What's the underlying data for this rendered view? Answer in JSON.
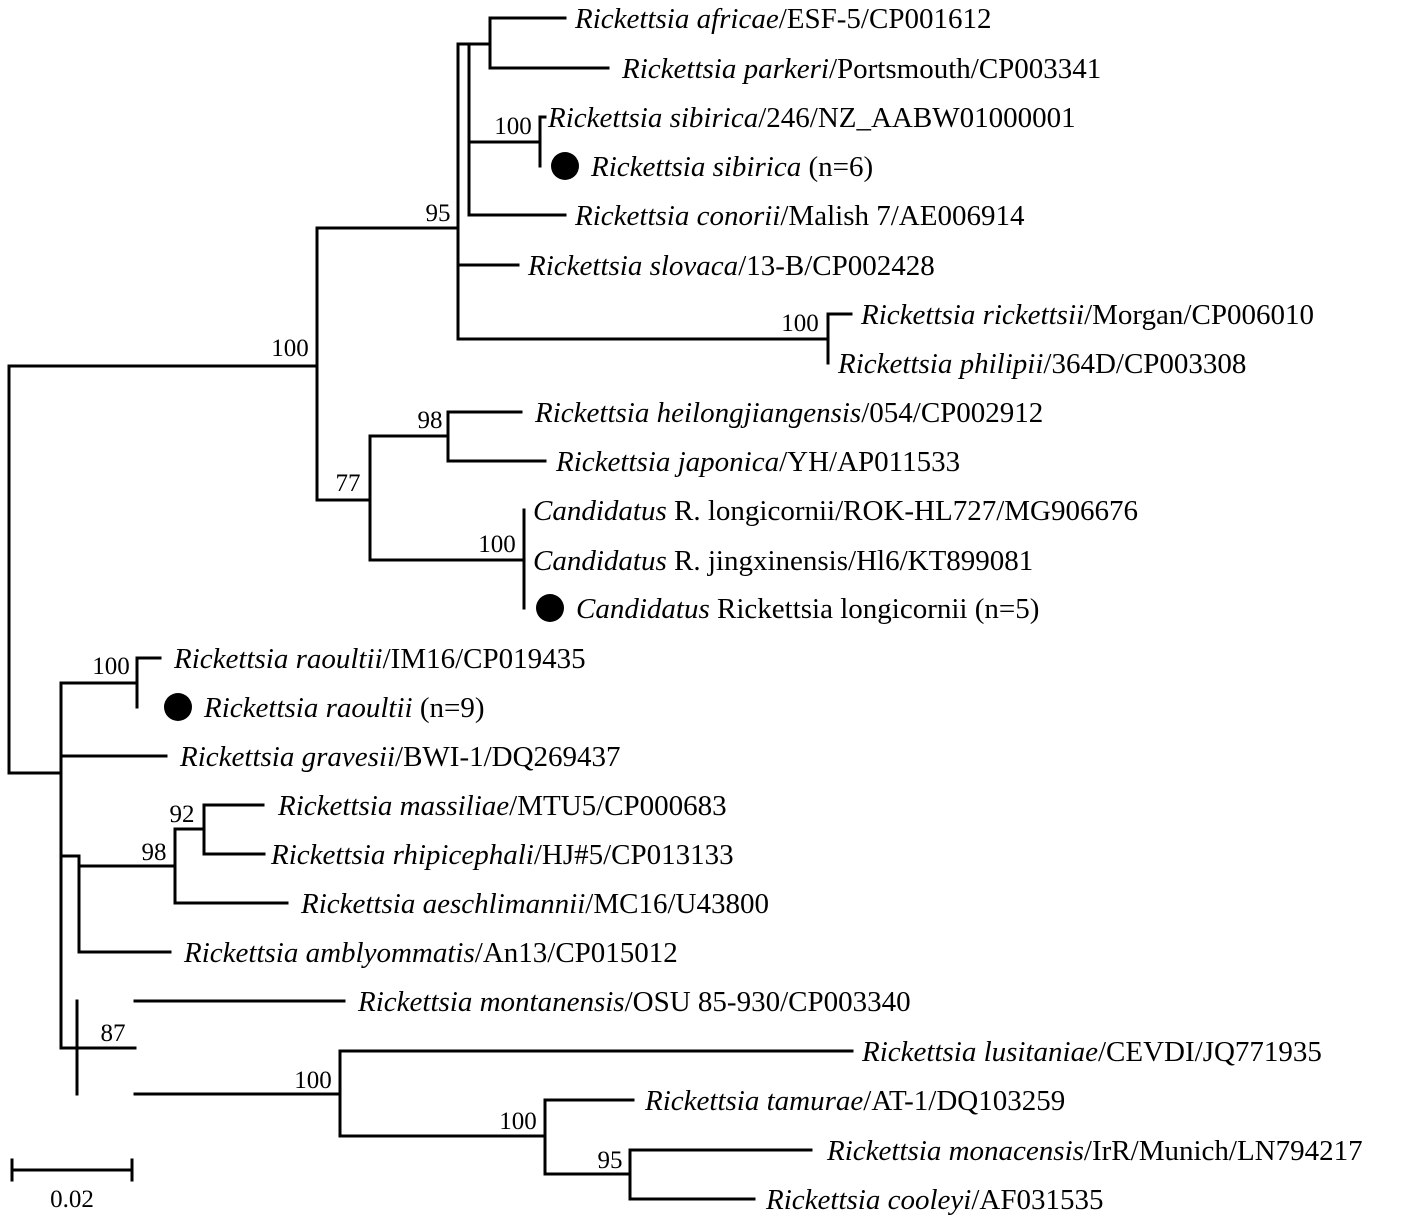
{
  "tips": [
    {
      "id": "t1",
      "parts": [
        {
          "t": "Rickettsia africae",
          "i": true
        },
        {
          "t": "/ESF-5/CP001612",
          "i": false
        }
      ]
    },
    {
      "id": "t2",
      "parts": [
        {
          "t": "Rickettsia parkeri",
          "i": true
        },
        {
          "t": "/Portsmouth/CP003341",
          "i": false
        }
      ]
    },
    {
      "id": "t3",
      "parts": [
        {
          "t": "Rickettsia sibirica",
          "i": true
        },
        {
          "t": "/246/NZ_AABW01000001",
          "i": false
        }
      ]
    },
    {
      "id": "t4",
      "marker": true,
      "parts": [
        {
          "t": "Rickettsia sibirica",
          "i": true
        },
        {
          "t": " (n=6)",
          "i": false
        }
      ]
    },
    {
      "id": "t5",
      "parts": [
        {
          "t": "Rickettsia conorii",
          "i": true
        },
        {
          "t": "/Malish 7/AE006914",
          "i": false
        }
      ]
    },
    {
      "id": "t6",
      "parts": [
        {
          "t": "Rickettsia slovaca",
          "i": true
        },
        {
          "t": "/13-B/CP002428",
          "i": false
        }
      ]
    },
    {
      "id": "t7",
      "parts": [
        {
          "t": "Rickettsia rickettsii",
          "i": true
        },
        {
          "t": "/Morgan/CP006010",
          "i": false
        }
      ]
    },
    {
      "id": "t8",
      "parts": [
        {
          "t": "Rickettsia philipii",
          "i": true
        },
        {
          "t": "/364D/CP003308",
          "i": false
        }
      ]
    },
    {
      "id": "t9",
      "parts": [
        {
          "t": "Rickettsia heilongjiangensis",
          "i": true
        },
        {
          "t": "/054/CP002912",
          "i": false
        }
      ]
    },
    {
      "id": "t10",
      "parts": [
        {
          "t": "Rickettsia japonica",
          "i": true
        },
        {
          "t": "/YH/AP011533",
          "i": false
        }
      ]
    },
    {
      "id": "t11",
      "parts": [
        {
          "t": "Candidatus",
          "i": true
        },
        {
          "t": " R. longicornii/ROK-HL727/MG906676",
          "i": false
        }
      ]
    },
    {
      "id": "t12",
      "parts": [
        {
          "t": "Candidatus",
          "i": true
        },
        {
          "t": " R. jingxinensis/Hl6/KT899081",
          "i": false
        }
      ]
    },
    {
      "id": "t13",
      "marker": true,
      "parts": [
        {
          "t": "Candidatus",
          "i": true
        },
        {
          "t": " Rickettsia longicornii (n=5)",
          "i": false
        }
      ]
    },
    {
      "id": "t14",
      "parts": [
        {
          "t": "Rickettsia raoultii",
          "i": true
        },
        {
          "t": "/IM16/CP019435",
          "i": false
        }
      ]
    },
    {
      "id": "t15",
      "marker": true,
      "parts": [
        {
          "t": "Rickettsia raoultii",
          "i": true
        },
        {
          "t": " (n=9)",
          "i": false
        }
      ]
    },
    {
      "id": "t16",
      "parts": [
        {
          "t": "Rickettsia gravesii",
          "i": true
        },
        {
          "t": "/BWI-1/DQ269437",
          "i": false
        }
      ]
    },
    {
      "id": "t17",
      "parts": [
        {
          "t": "Rickettsia massiliae",
          "i": true
        },
        {
          "t": "/MTU5/CP000683",
          "i": false
        }
      ]
    },
    {
      "id": "t18",
      "parts": [
        {
          "t": "Rickettsia rhipicephali",
          "i": true
        },
        {
          "t": "/HJ#5/CP013133",
          "i": false
        }
      ]
    },
    {
      "id": "t19",
      "parts": [
        {
          "t": "Rickettsia aeschlimannii",
          "i": true
        },
        {
          "t": "/MC16/U43800",
          "i": false
        }
      ]
    },
    {
      "id": "t20",
      "parts": [
        {
          "t": "Rickettsia amblyommatis",
          "i": true
        },
        {
          "t": "/An13/CP015012",
          "i": false
        }
      ]
    },
    {
      "id": "t21",
      "parts": [
        {
          "t": "Rickettsia montanensis",
          "i": true
        },
        {
          "t": "/OSU 85-930/CP003340",
          "i": false
        }
      ]
    },
    {
      "id": "t22",
      "parts": [
        {
          "t": "Rickettsia lusitaniae",
          "i": true
        },
        {
          "t": "/CEVDI/JQ771935",
          "i": false
        }
      ]
    },
    {
      "id": "t23",
      "parts": [
        {
          "t": "Rickettsia tamurae",
          "i": true
        },
        {
          "t": "/AT-1/DQ103259",
          "i": false
        }
      ]
    },
    {
      "id": "t24",
      "parts": [
        {
          "t": "Rickettsia monacensis",
          "i": true
        },
        {
          "t": "/IrR/Munich/LN794217",
          "i": false
        }
      ]
    },
    {
      "id": "t25",
      "parts": [
        {
          "t": "Rickettsia cooleyi",
          "i": true
        },
        {
          "t": "/AF031535",
          "i": false
        }
      ]
    }
  ],
  "bootstrap": [
    {
      "id": "b1",
      "value": "100"
    },
    {
      "id": "b2",
      "value": "95"
    },
    {
      "id": "b3",
      "value": "100"
    },
    {
      "id": "b4",
      "value": "100"
    },
    {
      "id": "b5",
      "value": "98"
    },
    {
      "id": "b6",
      "value": "77"
    },
    {
      "id": "b7",
      "value": "100"
    },
    {
      "id": "b8",
      "value": "100"
    },
    {
      "id": "b9",
      "value": "92"
    },
    {
      "id": "b10",
      "value": "98"
    },
    {
      "id": "b11",
      "value": "87"
    },
    {
      "id": "b12",
      "value": "100"
    },
    {
      "id": "b13",
      "value": "100"
    },
    {
      "id": "b14",
      "value": "95"
    }
  ],
  "scale_bar": {
    "label": "0.02"
  },
  "colors": {
    "line": "#000000",
    "marker": "#000000",
    "background": "#ffffff"
  }
}
